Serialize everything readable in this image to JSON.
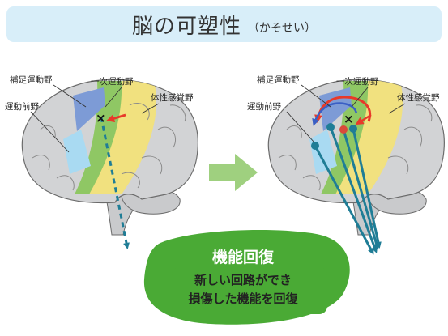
{
  "title": {
    "main": "脳の可塑性",
    "reading": "（かそせい）"
  },
  "left_brain": {
    "labels": {
      "supplementary_motor": "補足運動野",
      "primary_motor": "一次運動野",
      "premotor": "運動前野",
      "somatosensory": "体性感覚野"
    },
    "lesion_marker": "×"
  },
  "right_brain": {
    "labels": {
      "supplementary_motor": "補足運動野",
      "primary_motor": "一次運動野",
      "premotor": "運動前野",
      "somatosensory": "体性感覚野"
    },
    "lesion_marker": "×"
  },
  "result_box": {
    "title": "機能回復",
    "line1": "新しい回路ができ",
    "line2": "損傷した機能を回復"
  },
  "colors": {
    "title_bg": "#d8eef9",
    "brain_gray": "#d2d3d5",
    "premotor_blue": "#a9daf2",
    "supplementary_blue": "#7d9bd6",
    "primary_motor_green": "#8fc764",
    "somatosensory_yellow": "#f2e27a",
    "pathway_teal": "#1f7d96",
    "arrow_red": "#e8392a",
    "transition_arrow_green": "#9fd07f",
    "result_green": "#4aaa35"
  }
}
